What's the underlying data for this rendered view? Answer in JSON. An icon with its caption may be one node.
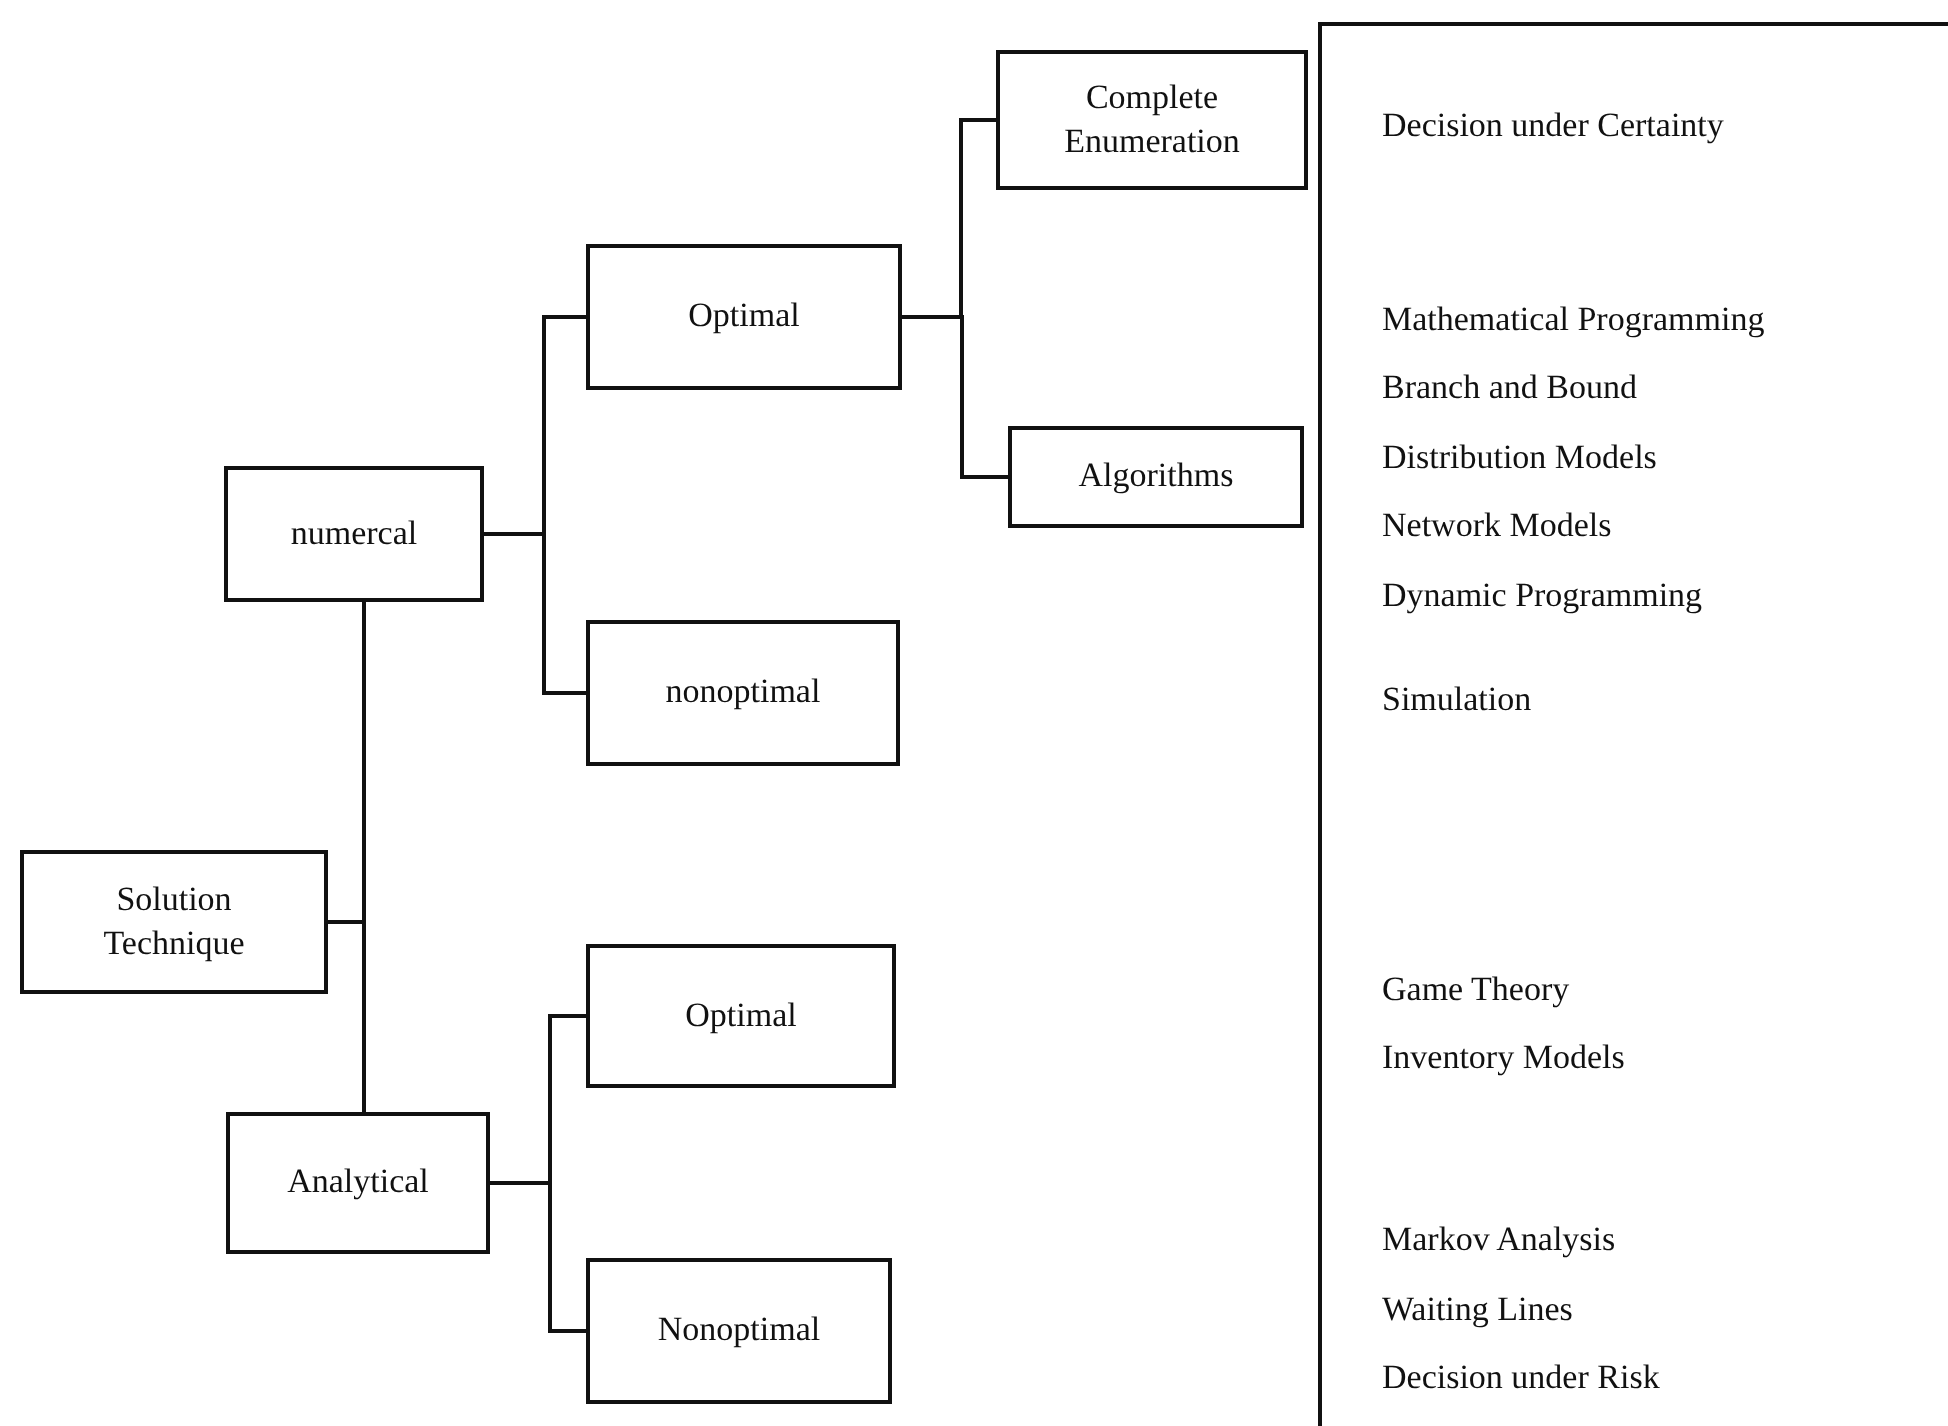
{
  "diagram": {
    "nodes": [
      {
        "text": [
          "Solution Technique"
        ]
      },
      {
        "text": [
          "numercal"
        ]
      },
      {
        "text": [
          "Analytical"
        ]
      },
      {
        "text": [
          "Optimal"
        ]
      },
      {
        "text": [
          "nonoptimal"
        ]
      },
      {
        "text": [
          "Complete Enumeration"
        ]
      },
      {
        "text": [
          "Algorithms"
        ]
      },
      {
        "text": [
          "Optimal"
        ]
      },
      {
        "text": [
          "Nonoptimal"
        ]
      }
    ],
    "edges": [
      {
        "from": 0,
        "to": 1,
        "arrow": "none"
      },
      {
        "from": 0,
        "to": 2,
        "arrow": "none"
      },
      {
        "from": 1,
        "to": 3,
        "arrow": "none"
      },
      {
        "from": 1,
        "to": 4,
        "arrow": "none"
      },
      {
        "from": 3,
        "to": 5,
        "arrow": "none"
      },
      {
        "from": 3,
        "to": 6,
        "arrow": "none"
      },
      {
        "from": 2,
        "to": 7,
        "arrow": "none"
      },
      {
        "from": 2,
        "to": 8,
        "arrow": "none"
      }
    ],
    "labels": [
      "Decision under Certainty",
      "Mathematical Programming",
      "Branch and Bound",
      "Distribution Models",
      "Network Models",
      "Dynamic Programming",
      "Simulation",
      "Game Theory",
      "Inventory Models",
      "Markov Analysis",
      "Waiting Lines",
      "Decision under Risk"
    ]
  }
}
